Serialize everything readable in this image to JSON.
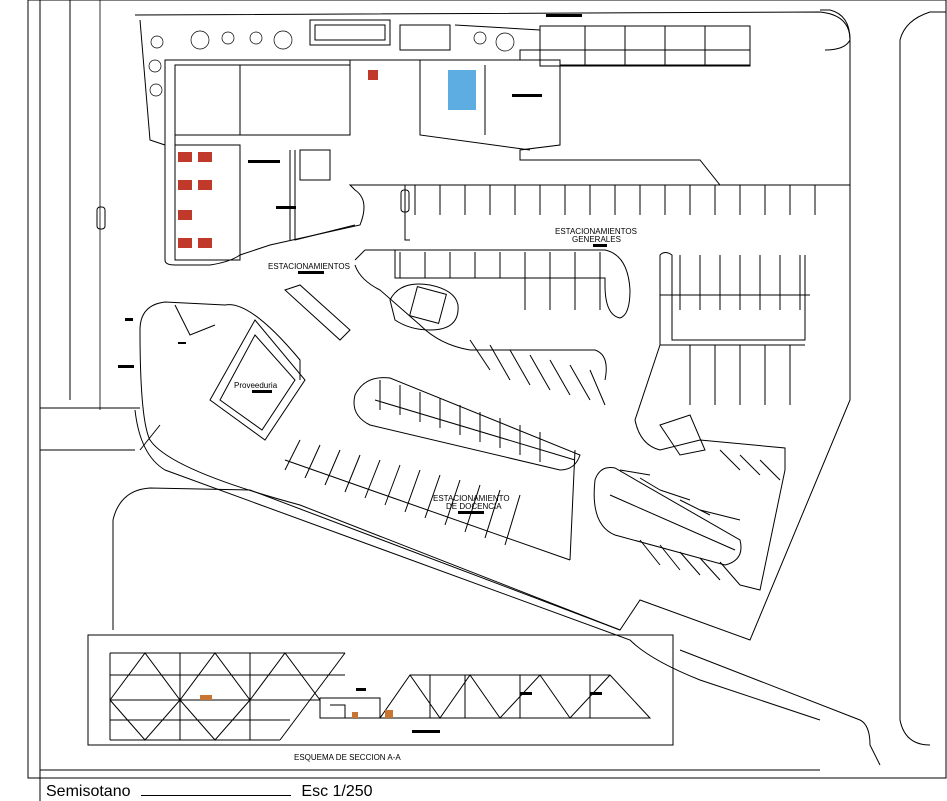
{
  "labels": {
    "estacionamientos": "ESTACIONAMIENTOS",
    "estacionamientos_generales_1": "ESTACIONAMIENTOS",
    "estacionamientos_generales_2": "GENERALES",
    "proveeduria": "Proveeduria",
    "estacionamiento_docencia_1": "ESTACIONAMIENTO",
    "estacionamiento_docencia_2": "DE DOCENCIA",
    "esquema_seccion": "ESQUEMA DE SECCION A-A"
  },
  "title_block": {
    "name": "Semisotano",
    "scale": "Esc 1/250"
  }
}
